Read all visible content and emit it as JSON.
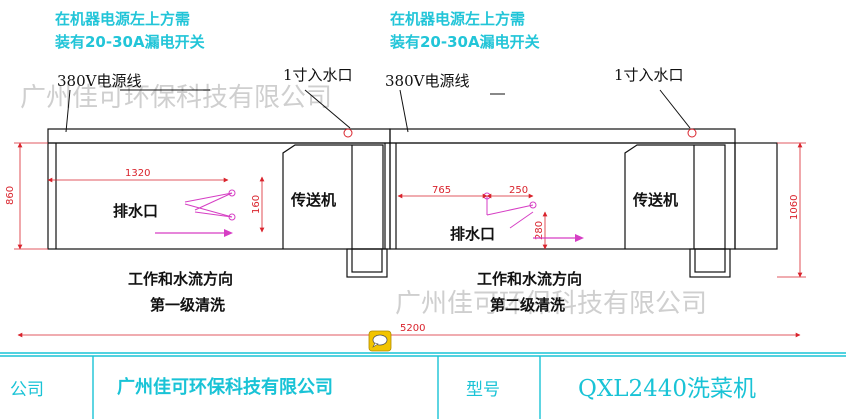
{
  "notes": {
    "left": [
      "在机器电源左上方需",
      "装有20-30A漏电开关"
    ],
    "right": [
      "在机器电源左上方需",
      "装有20-30A漏电开关"
    ]
  },
  "labels": {
    "power_line_left": "380V电源线",
    "power_line_right": "380V电源线",
    "water_inlet_left": "1寸入水口",
    "water_inlet_right": "1寸入水口",
    "conveyor_left": "传送机",
    "conveyor_right": "传送机",
    "drain_left": "排水口",
    "drain_right": "排水口",
    "flow_left": "工作和水流方向",
    "flow_right": "工作和水流方向",
    "stage_1": "第一级清洗",
    "stage_2": "第二级清洗"
  },
  "dimensions": {
    "d1320": "1320",
    "d860": "860",
    "d160": "160",
    "d765": "765",
    "d250": "250",
    "d280": "280",
    "d1060": "1060",
    "d5200": "5200"
  },
  "watermark": {
    "top": "广州佳可环保科技有限公司",
    "bottom": "广州佳可环保科技有限公司"
  },
  "title_block": {
    "company_label": "公司",
    "company_name": "广州佳可环保科技有限公司",
    "model_label": "型号",
    "model_value": "QXL2440洗菜机"
  },
  "colors": {
    "line": "#111111",
    "dimension": "#d9232c",
    "arrow": "#d63ec4",
    "note": "#22c5d8",
    "title_block": "#19c3d6",
    "chat_icon": "#f2c400"
  },
  "icons": {
    "chat": "chat-bubble-icon"
  }
}
